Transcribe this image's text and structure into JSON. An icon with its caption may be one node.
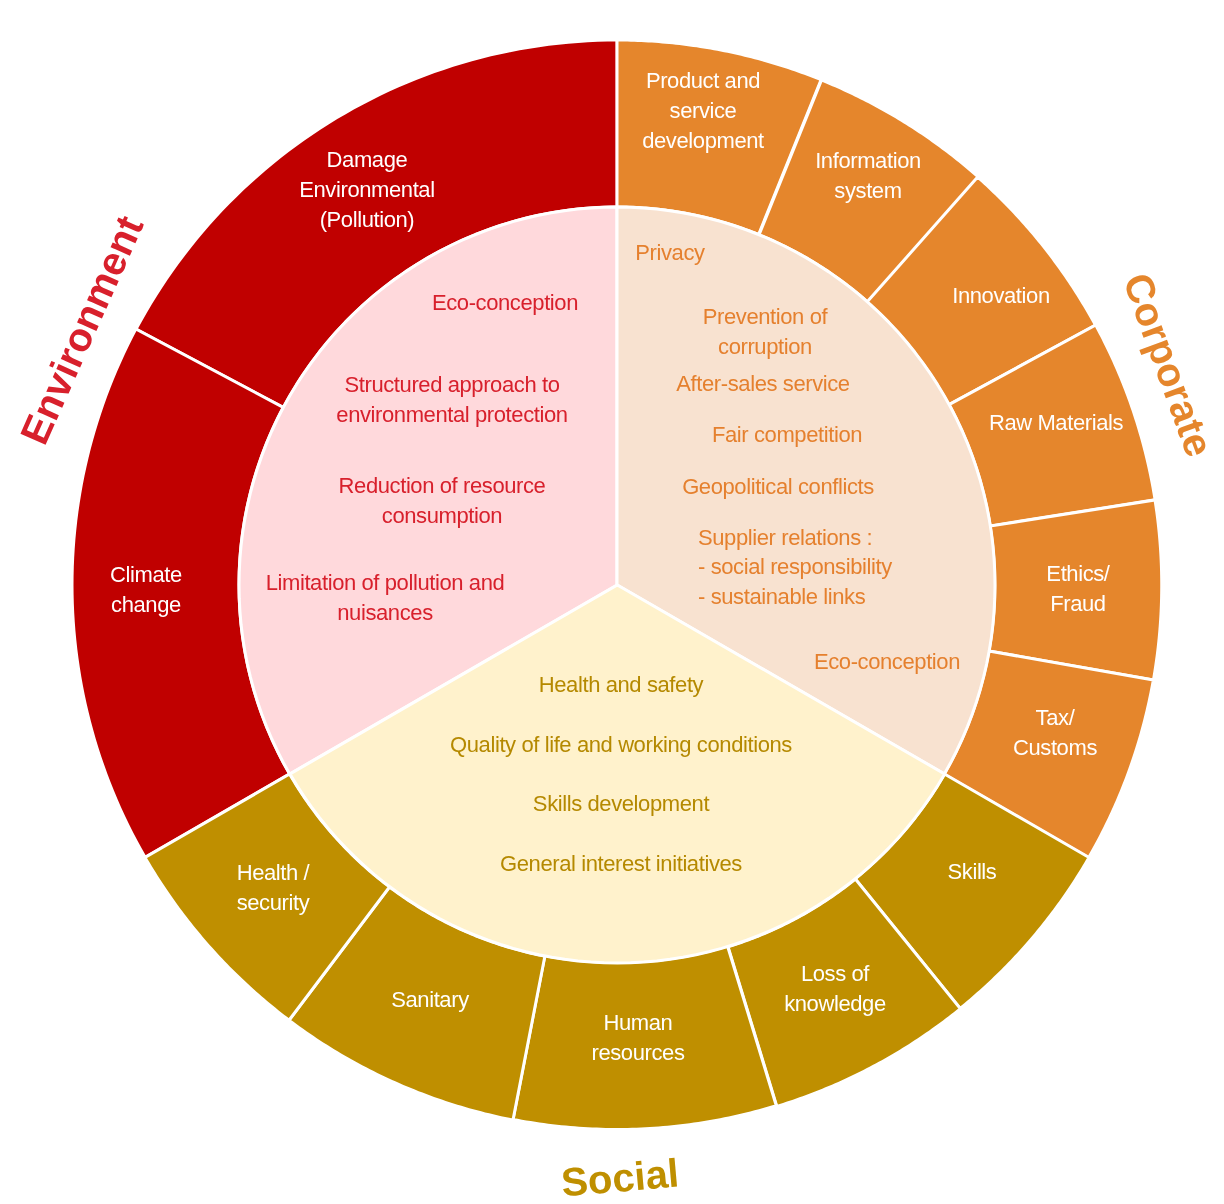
{
  "diagram": {
    "nodes": [
      {
        "text": [
          "Damage Environmental (Pollution)"
        ]
      },
      {
        "text": [
          "Climate change"
        ]
      },
      {
        "text": [
          "Eco-conception",
          "Structured approach to environmental protection",
          "Reduction of resource consumption",
          "Limitation of pollution and nuisances"
        ]
      },
      {
        "text": [
          "Product and service development"
        ]
      },
      {
        "text": [
          "Information system"
        ]
      },
      {
        "text": [
          "Innovation"
        ]
      },
      {
        "text": [
          "Raw Materials"
        ]
      },
      {
        "text": [
          "Ethics/ Fraud"
        ]
      },
      {
        "text": [
          "Tax/ Customs"
        ]
      },
      {
        "text": [
          "Privacy",
          "Prevention of corruption",
          "After-sales service",
          "Fair competition",
          "Geopolitical conflicts",
          "Supplier relations :",
          "- social responsibility",
          "- sustainable links",
          "Eco-conception"
        ]
      },
      {
        "text": [
          "Skills"
        ]
      },
      {
        "text": [
          "Loss of knowledge"
        ]
      },
      {
        "text": [
          "Human resources"
        ]
      },
      {
        "text": [
          "Sanitary"
        ]
      },
      {
        "text": [
          "Health / security"
        ]
      },
      {
        "text": [
          "Health and safety",
          "Quality of life and working conditions",
          "Skills development",
          "General interest initiatives"
        ]
      }
    ],
    "labels": [
      "Environment",
      "Corporate",
      "Social"
    ]
  }
}
